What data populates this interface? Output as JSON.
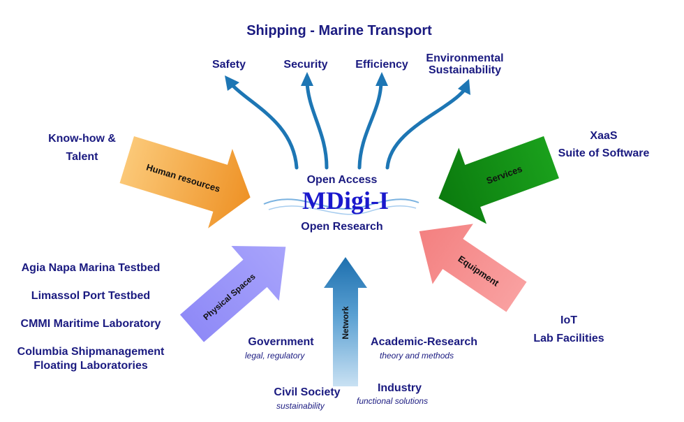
{
  "title": "Shipping - Marine Transport",
  "goals": [
    "Safety",
    "Security",
    "Efficiency",
    "Environmental Sustainability"
  ],
  "center": {
    "top": "Open Access",
    "name": "MDigi-I",
    "bottom": "Open Research"
  },
  "inputs": {
    "human_resources": {
      "label": "Human resources",
      "items": [
        "Know-how &",
        "Talent"
      ]
    },
    "services": {
      "label": "Services",
      "items": [
        "XaaS",
        "Suite of Software"
      ]
    },
    "physical_spaces": {
      "label": "Physical Spaces",
      "items": [
        "Agia Napa Marina Testbed",
        "Limassol Port Testbed",
        "CMMI Maritime Laboratory",
        "Columbia Shipmanagement",
        "Floating Laboratories"
      ]
    },
    "network": {
      "label": "Network",
      "partners": [
        {
          "name": "Government",
          "desc": "legal, regulatory"
        },
        {
          "name": "Academic-Research",
          "desc": "theory and methods"
        },
        {
          "name": "Civil Society",
          "desc": "sustainability"
        },
        {
          "name": "Industry",
          "desc": "functional solutions"
        }
      ]
    },
    "equipment": {
      "label": "Equipment",
      "items": [
        "IoT",
        "Lab Facilities"
      ]
    }
  },
  "colors": {
    "text": "#1a1a80",
    "center_name": "#1a18cc",
    "goal_arrows": "#1d76b4",
    "human_resources": "#f3a23f",
    "services": "#0d8a12",
    "physical_spaces": "#8a86f5",
    "network": "#2a7fbf",
    "equipment": "#f58a8a"
  }
}
